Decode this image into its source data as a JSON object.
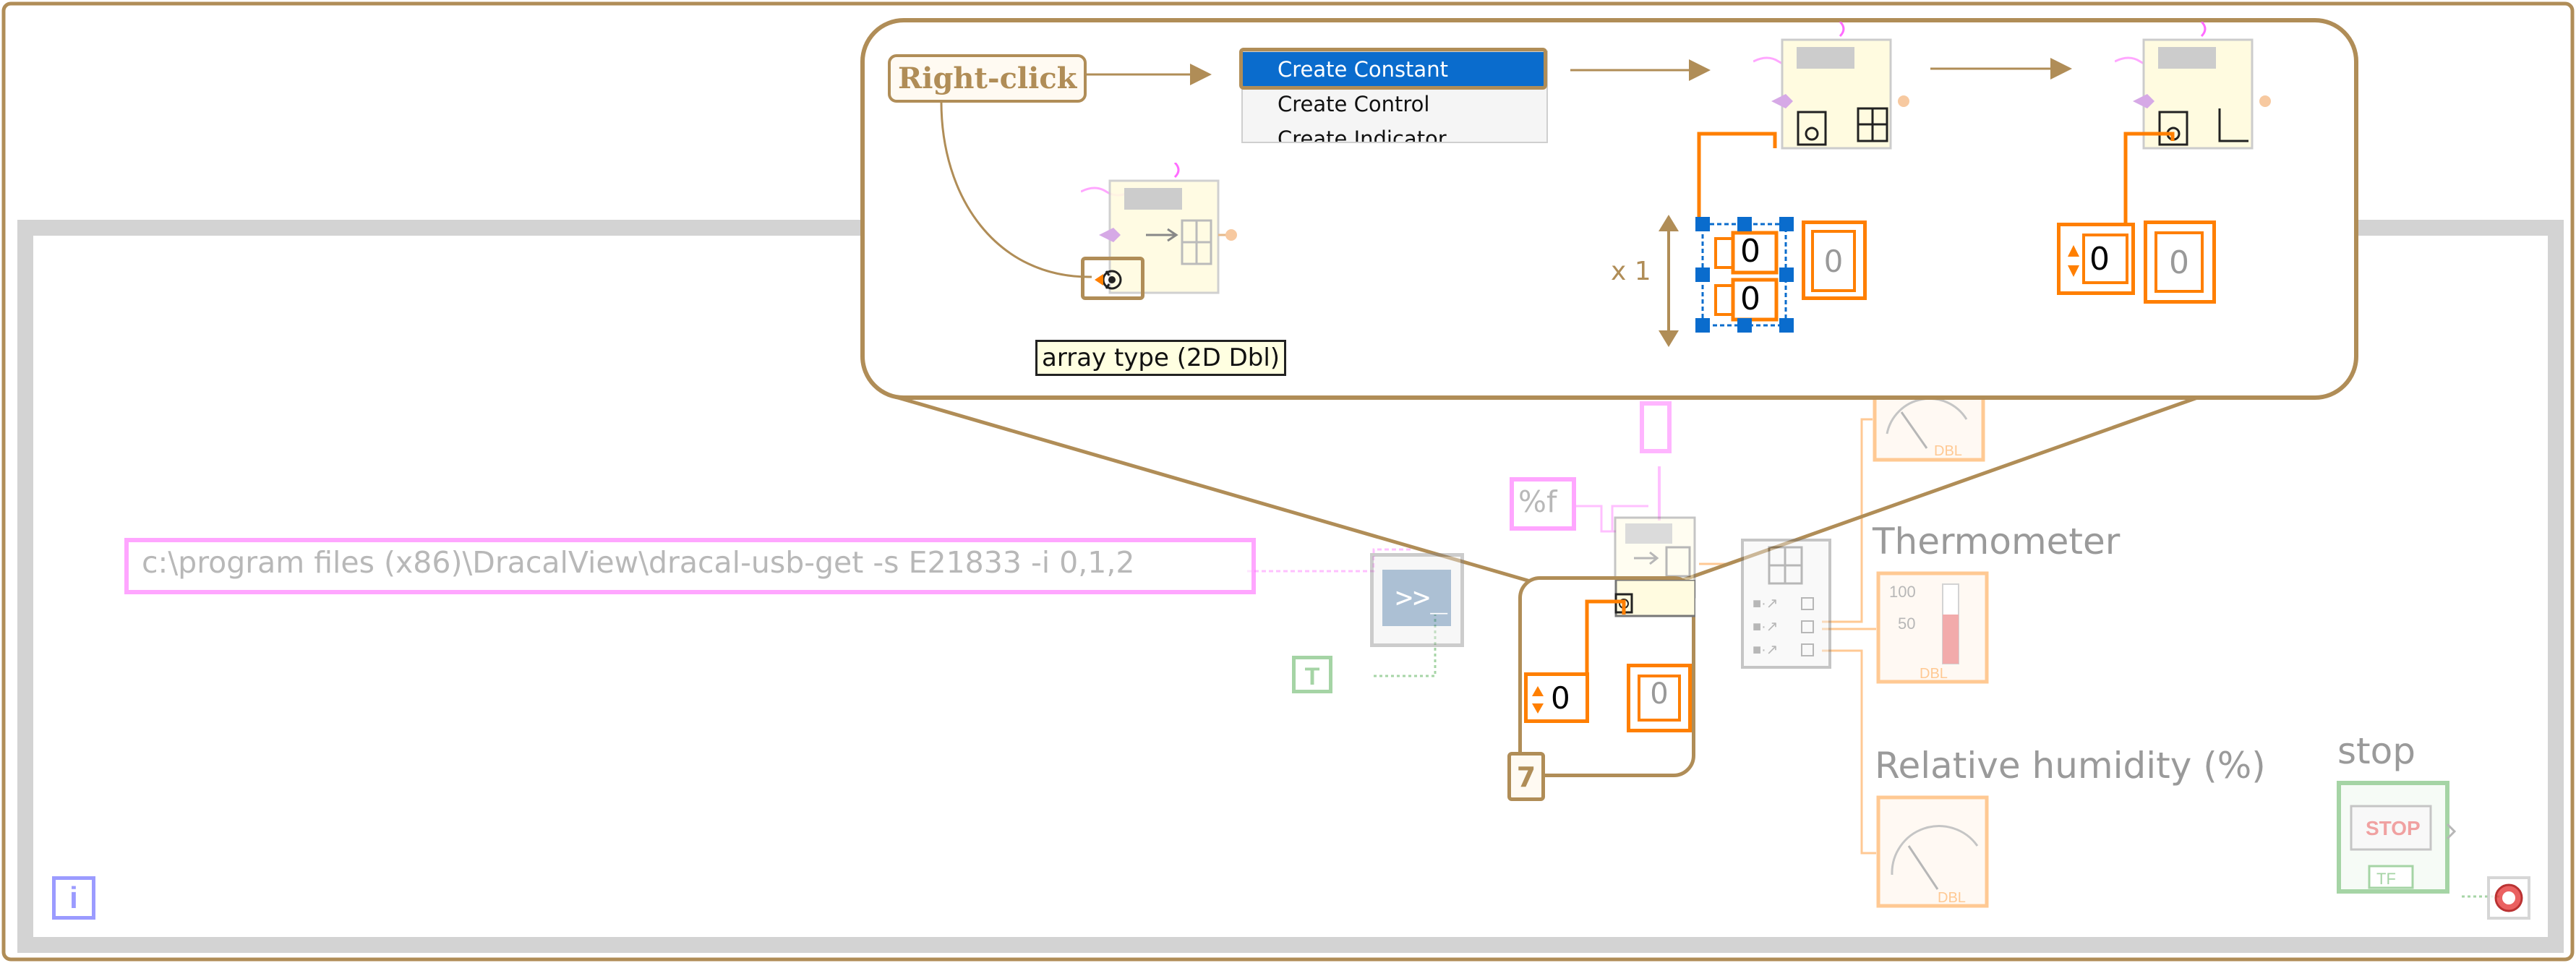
{
  "diagram": {
    "command_string": "c:\\program files (x86)\\DracalView\\dracal-usb-get -s E21833 -i 0,1,2",
    "format_string": "%f",
    "boolean_constant": "T",
    "thermometer_label": "Thermometer",
    "humidity_label": "Relative humidity (%)",
    "stop_label": "stop",
    "stop_button_text": "STOP",
    "stop_terminal_text": "TF",
    "gauge_type_text": "DBL",
    "thermo_scale_100": "100",
    "thermo_scale_50": "50",
    "loop_iteration": "i",
    "numeric_constant": "0",
    "indicator_value": "0",
    "step_number": "7"
  },
  "callout": {
    "right_click_label": "Right-click",
    "menu_items": [
      "Create Constant",
      "Create Control",
      "Create Indicator"
    ],
    "tooltip": "array type (2D Dbl)",
    "resize_label": "x 1",
    "constant_values": [
      "0",
      "0"
    ],
    "indicator_values": [
      "0",
      "0",
      "0"
    ]
  },
  "colors": {
    "accent": "#b08d57",
    "string_wire": "#ff6cff",
    "numeric_wire": "#ff7f00",
    "boolean_wire": "#008000",
    "selection_blue": "#0a6ccd"
  },
  "icons": [
    "terminal-icon",
    "spreadsheet-string-to-array-icon",
    "index-array-icon",
    "gauge-icon",
    "thermometer-icon",
    "stop-button-icon",
    "stop-sign-icon",
    "loop-iteration-icon"
  ]
}
